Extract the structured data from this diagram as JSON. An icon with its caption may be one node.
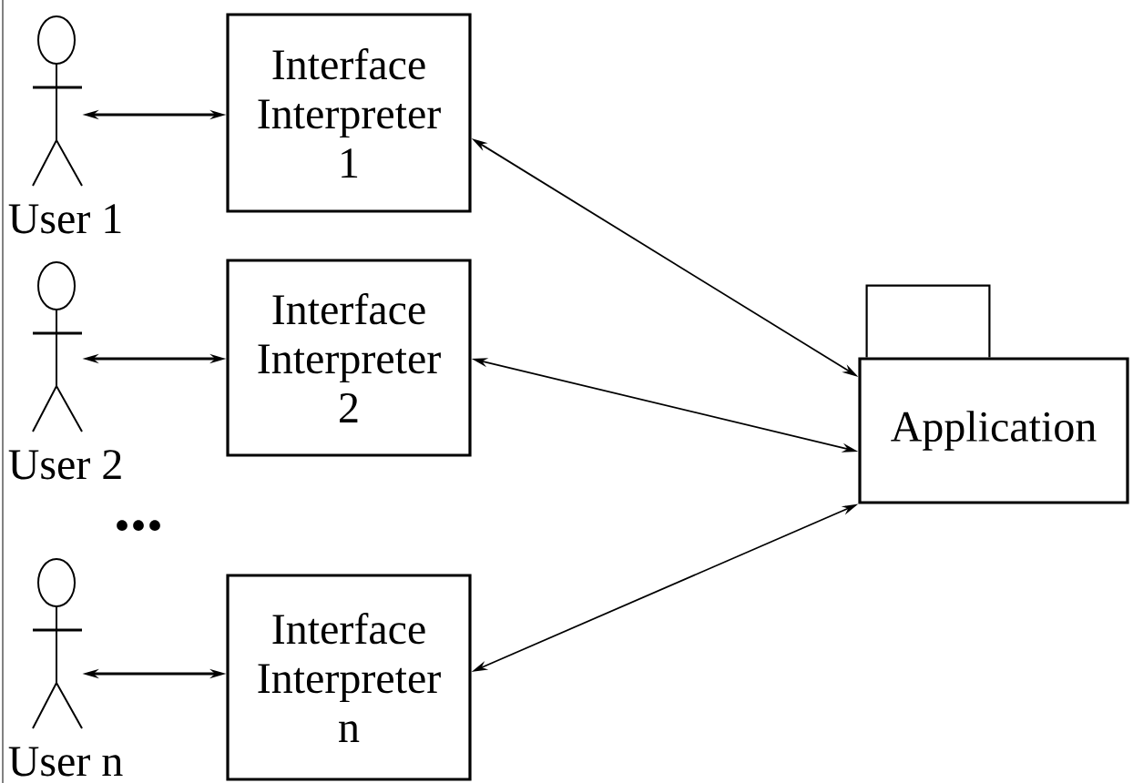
{
  "diagram": {
    "nodes": [
      {
        "text": [],
        "shape": "person",
        "beside": [
          "User 1"
        ]
      },
      {
        "text": [
          "Interface Interpreter 1"
        ]
      },
      {
        "text": [],
        "shape": "person",
        "beside": [
          "User 2"
        ]
      },
      {
        "text": [
          "Interface Interpreter 2"
        ]
      },
      {
        "text": [],
        "shape": "person",
        "beside": [
          "User n"
        ]
      },
      {
        "text": [
          "Interface Interpreter n"
        ]
      },
      {
        "text": [],
        "shape": "box"
      },
      {
        "text": [
          "Application"
        ]
      }
    ],
    "edges": [
      {
        "from": 0,
        "to": 1,
        "arrow": "both"
      },
      {
        "from": 1,
        "to": 7,
        "arrow": "both"
      },
      {
        "from": 2,
        "to": 3,
        "arrow": "both"
      },
      {
        "from": 3,
        "to": 7,
        "arrow": "both"
      },
      {
        "from": 4,
        "to": 5,
        "arrow": "both"
      },
      {
        "from": 5,
        "to": 7,
        "arrow": "both"
      }
    ],
    "labels": [
      "..."
    ]
  }
}
